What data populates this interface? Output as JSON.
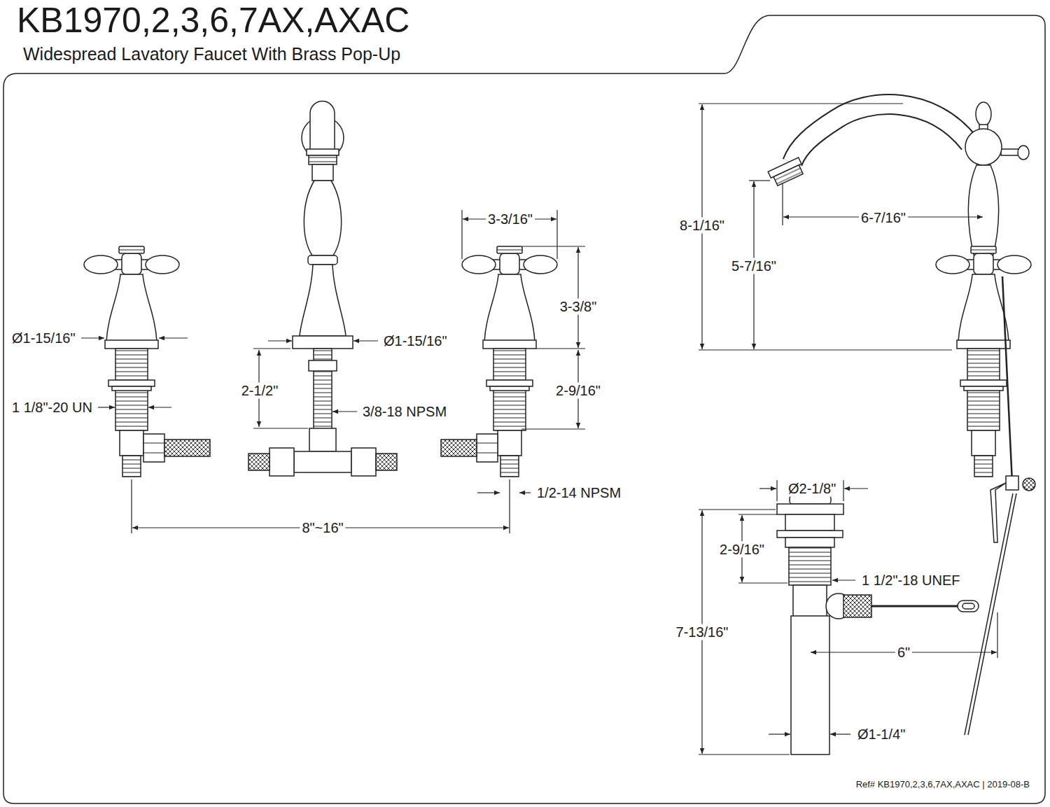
{
  "diagram": {
    "title": "KB1970,2,3,6,7AX,AXAC",
    "labels": [
      "Widespread Lavatory Faucet With Brass Pop-Up",
      "Ø1-15/16\"",
      "1 1/8\"-20 UN",
      "2-1/2\"",
      "3/8-18 NPSM",
      "Ø1-15/16\"",
      "3-3/16\"",
      "3-3/8\"",
      "2-9/16\"",
      "1/2-14 NPSM",
      "8\"~16\"",
      "8-1/16\"",
      "5-7/16\"",
      "6-7/16\"",
      "Ø2-1/8\"",
      "2-9/16\"",
      "1 1/2\"-18 UNEF",
      "6\"",
      "7-13/16\"",
      "Ø1-1/4\"",
      "Ref# KB1970,2,3,6,7AX,AXAC | 2019-08-B"
    ]
  }
}
